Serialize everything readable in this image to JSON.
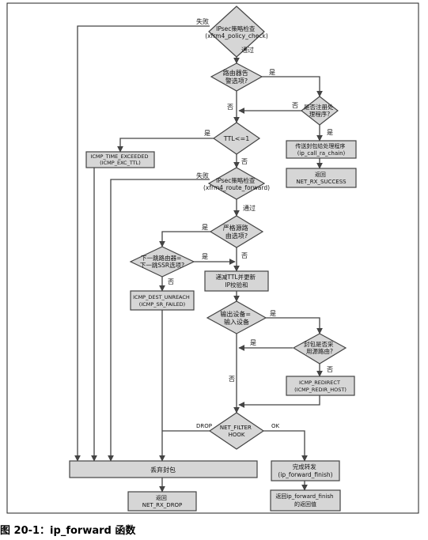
{
  "caption": "图 20-1：ip_forward 函数",
  "nodes": {
    "ipsec_policy_check": [
      "IPsec策略检查",
      "(xfrm4_policy_check)"
    ],
    "router_alert": [
      "路由器告",
      "警选项?"
    ],
    "registered_handler": [
      "是否注册处",
      "理程序?"
    ],
    "call_ra_chain": [
      "传送封包给处理程序",
      "(ip_call_ra_chain)"
    ],
    "ret_rx_success": [
      "返回",
      "NET_RX_SUCCESS"
    ],
    "ttl_check": [
      "TTL<=1"
    ],
    "icmp_time_exceeded": [
      "ICMP_TIME_EXCEEDED",
      "(ICMP_EXC_TTL)"
    ],
    "ipsec_route_forward": [
      "IPsec策略检查",
      "(xfrm4_route_forward)"
    ],
    "strict_source_route": [
      "严格源路",
      "由选项?"
    ],
    "next_hop_eq_ssr": [
      "下一跳路由器=",
      "下一跳SSR选项?"
    ],
    "icmp_dest_unreach": [
      "ICMP_DEST_UNREACH",
      "(ICMP_SR_FAILED)"
    ],
    "decrement_ttl": [
      "递减TTL并更新",
      "IP校验和"
    ],
    "out_dev_eq_in_dev": [
      "输出设备=",
      "输入设备"
    ],
    "packet_source_routed": [
      "封包是否采",
      "用源路由?"
    ],
    "icmp_redirect": [
      "ICMP_REDIRECT",
      "(ICMP_REDIR_HOST)"
    ],
    "net_filter_hook": [
      "NET_FILTER",
      "HOOK"
    ],
    "drop_packet": [
      "丢弃封包"
    ],
    "forward_finish": [
      "完成转发",
      "(ip_forward_finish)"
    ],
    "ret_rx_drop": [
      "返回",
      "NET_RX_DROP"
    ],
    "ret_forward_finish": [
      "返回ip_forward_finish",
      "的返回值"
    ]
  },
  "edge_labels": {
    "policy_fail": "失败",
    "policy_pass": "通过",
    "alert_yes": "是",
    "handler_no": "否",
    "handler_yes": "是",
    "alert_no": "否",
    "ttl_yes": "是",
    "ttl_no": "否",
    "route_fail": "失败",
    "route_pass": "通过",
    "strict_yes": "是",
    "strict_no": "否",
    "nexthop_yes": "是",
    "nexthop_no": "否",
    "outdev_yes": "是",
    "srcroute_yes": "是",
    "srcroute_no": "否",
    "outdev_no": "否",
    "hook_drop": "DROP",
    "hook_ok": "OK"
  },
  "colors": {
    "box_fill": "#d6d6d6",
    "line": "#444444",
    "text": "#111111"
  }
}
